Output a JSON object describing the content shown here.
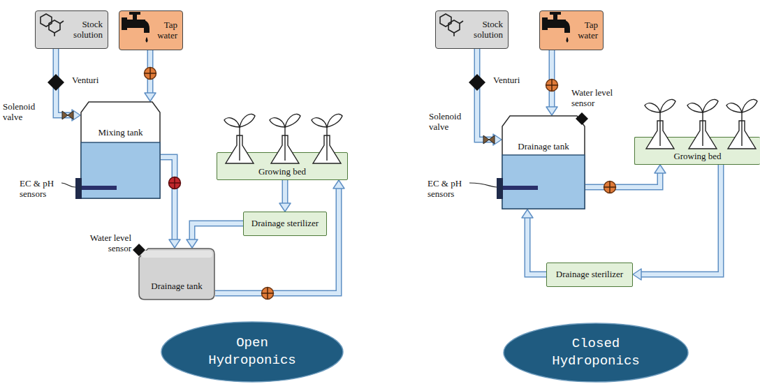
{
  "diagram": {
    "nodes": [
      {
        "text": [
          "Stock solution"
        ]
      },
      {
        "text": [
          "Tap water"
        ]
      },
      {
        "text": [
          "Mixing tank"
        ]
      },
      {
        "text": [
          "Growing bed"
        ]
      },
      {
        "text": [
          "Drainage sterilizer"
        ]
      },
      {
        "text": [
          "Drainage tank"
        ]
      },
      {
        "text": [
          "Open Hydroponics"
        ]
      },
      {
        "text": [
          "Stock solution"
        ]
      },
      {
        "text": [
          "Tap water"
        ]
      },
      {
        "text": [
          "Drainage tank"
        ]
      },
      {
        "text": [
          "Growing bed"
        ]
      },
      {
        "text": [
          "Drainage sterilizer"
        ]
      },
      {
        "text": [
          "Closed Hydroponics"
        ]
      }
    ],
    "edges": [
      {
        "from": 0,
        "to": 2,
        "arrow": "to"
      },
      {
        "from": 1,
        "to": 2,
        "arrow": "to"
      },
      {
        "from": 2,
        "to": 5,
        "arrow": "to"
      },
      {
        "from": 3,
        "to": 4,
        "arrow": "to"
      },
      {
        "from": 4,
        "to": 5,
        "arrow": "to"
      },
      {
        "from": 5,
        "to": 3,
        "arrow": "to"
      },
      {
        "from": 7,
        "to": 9,
        "arrow": "to"
      },
      {
        "from": 8,
        "to": 9,
        "arrow": "to"
      },
      {
        "from": 9,
        "to": 10,
        "arrow": "to"
      },
      {
        "from": 10,
        "to": 11,
        "arrow": "to"
      },
      {
        "from": 11,
        "to": 9,
        "arrow": "to"
      }
    ],
    "labels": [
      "Venturi",
      "Solenoid valve",
      "EC & pH sensors",
      "Water level sensor",
      "Venturi",
      "Solenoid valve",
      "Water level sensor",
      "EC & pH sensors"
    ]
  }
}
